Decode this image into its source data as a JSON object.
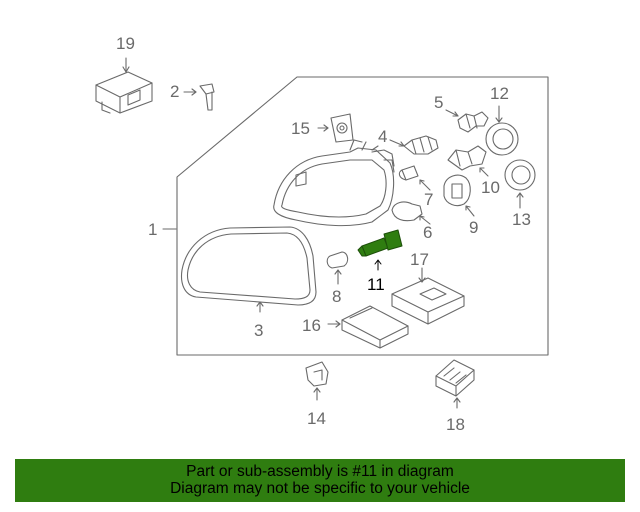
{
  "callouts": [
    "1",
    "2",
    "3",
    "4",
    "5",
    "6",
    "7",
    "8",
    "9",
    "10",
    "11",
    "12",
    "13",
    "14",
    "15",
    "16",
    "17",
    "18",
    "19"
  ],
  "highlighted_part": "11",
  "colors": {
    "line": "#6a6a6a",
    "highlight": "#2f7d10",
    "banner_bg": "#2f7d10"
  },
  "banner": {
    "line1": "Part or sub-assembly is #11 in diagram",
    "line2": "Diagram may not be specific to your vehicle"
  }
}
